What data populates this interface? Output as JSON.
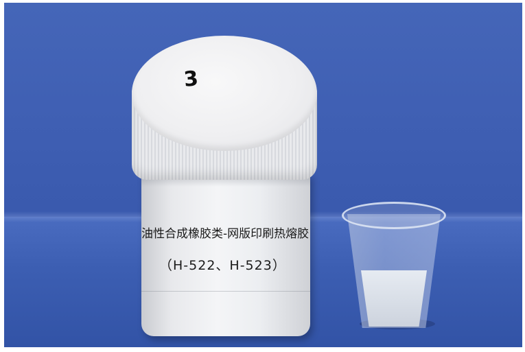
{
  "jar": {
    "lid_number": "3",
    "label_line1": "油性合成橡胶类-网版印刷热熔胶",
    "label_line2": "（H-522、H-523）"
  },
  "colors": {
    "backdrop": "#3f5fb3",
    "jar": "#eceef1",
    "cup_liquid": "#d7dde6"
  }
}
